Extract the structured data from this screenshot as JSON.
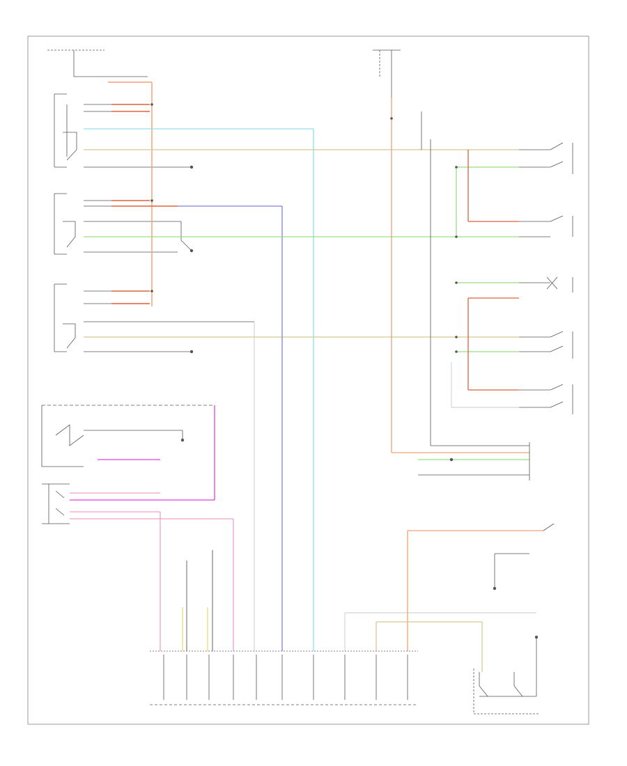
{
  "diagram": {
    "drawing_code": "",
    "components": [
      {
        "id": "headlamp-relay",
        "label": ""
      },
      {
        "id": "relay-2",
        "label": ""
      },
      {
        "id": "relay-3",
        "label": ""
      },
      {
        "id": "instrument-panel-assembly",
        "label": ""
      },
      {
        "id": "door-lock-switch",
        "label": ""
      },
      {
        "id": "fuel-door-release-switch",
        "label": ""
      },
      {
        "id": "rear-door-switch-1",
        "label": ""
      },
      {
        "id": "passenger-door-switch",
        "label": ""
      },
      {
        "id": "left-rear-switch",
        "label": ""
      },
      {
        "id": "right-rear-switch",
        "label": ""
      },
      {
        "id": "body-control-module",
        "label": ""
      },
      {
        "id": "door-lock-actuator",
        "label": ""
      },
      {
        "id": "ground-g1",
        "label": ""
      },
      {
        "id": "ground-g2",
        "label": ""
      },
      {
        "id": "ground-g3",
        "label": ""
      }
    ],
    "wire_colors": {
      "orange": "#f2a070",
      "red": "#e0603a",
      "cyan": "#8fe0ec",
      "tan": "#d8c890",
      "blue": "#8080e0",
      "green": "#98e080",
      "magenta": "#e040e0",
      "pink": "#f0a0c8",
      "gray": "#b0b0b0",
      "yellow": "#e8e070",
      "black": "#404040"
    }
  }
}
